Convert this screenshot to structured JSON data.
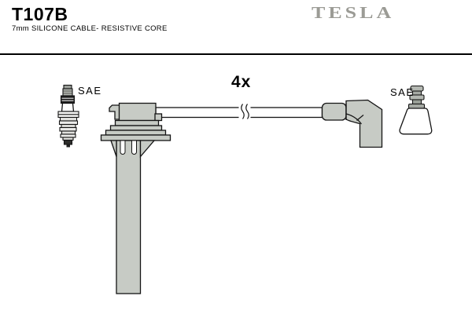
{
  "colors": {
    "background": "#ffffff",
    "text": "#000000",
    "outline": "#141414",
    "part_fill": "#c7cbc5",
    "brand": "#9b9b95"
  },
  "header": {
    "part_number": "T107B",
    "subtitle": "7mm SILICONE CABLE- RESISTIVE CORE",
    "brand": "TESLA"
  },
  "diagram": {
    "quantity_label": "4x",
    "left_plug_label": "SAE",
    "right_boot_label": "SAE",
    "icons": {
      "left": "spark-plug-icon",
      "center": "coil-boot-icon",
      "cable": "ignition-cable-line",
      "break": "cable-break-icon",
      "right_elbow": "elbow-boot-icon",
      "right_end": "distributor-boot-icon"
    }
  }
}
